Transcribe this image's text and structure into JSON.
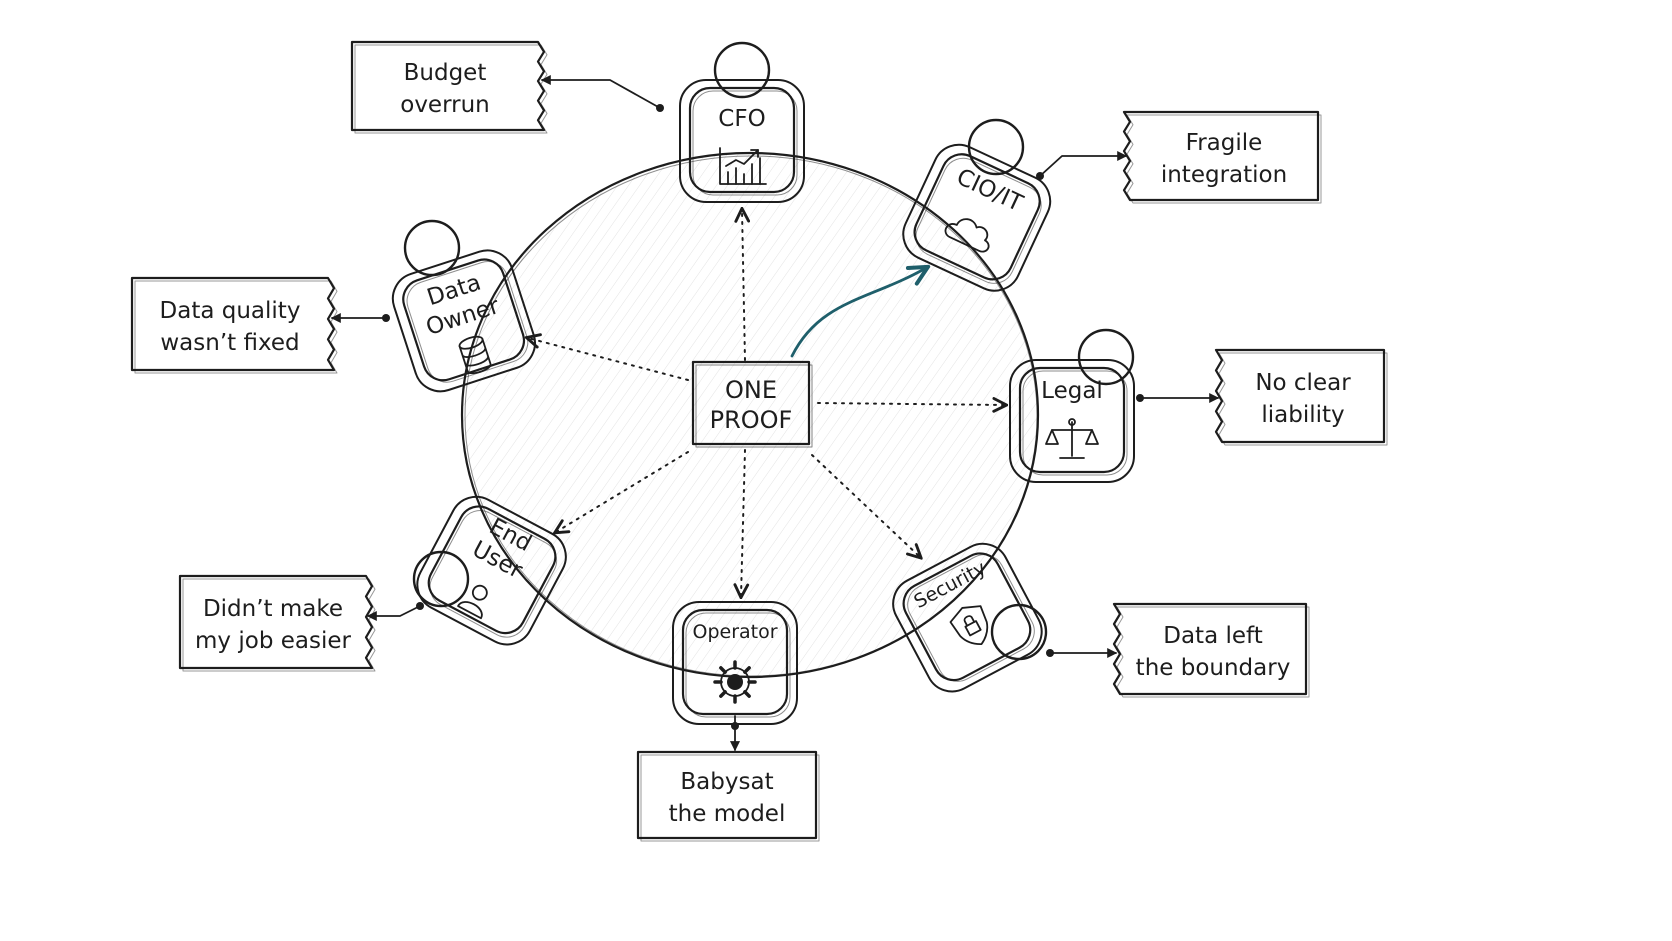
{
  "center": {
    "line1": "ONE",
    "line2": "PROOF"
  },
  "accent_color": "#1f5f6b",
  "stakeholders": [
    {
      "id": "cfo",
      "label": [
        "CFO"
      ],
      "icon": "chart-icon",
      "note": [
        "Budget",
        "overrun"
      ]
    },
    {
      "id": "cio",
      "label": [
        "CIO/IT"
      ],
      "icon": "cloud-icon",
      "note": [
        "Fragile",
        "integration"
      ]
    },
    {
      "id": "legal",
      "label": [
        "Legal"
      ],
      "icon": "scales-icon",
      "note": [
        "No clear",
        "liability"
      ]
    },
    {
      "id": "security",
      "label": [
        "Security"
      ],
      "icon": "shield-lock-icon",
      "note": [
        "Data left",
        "the boundary"
      ]
    },
    {
      "id": "operator",
      "label": [
        "Operator"
      ],
      "icon": "gear-icon",
      "note": [
        "Babysat",
        "the model"
      ]
    },
    {
      "id": "end-user",
      "label": [
        "End",
        "User"
      ],
      "icon": "person-icon",
      "note": [
        "Didn’t make",
        "my job easier"
      ]
    },
    {
      "id": "data-owner",
      "label": [
        "Data",
        "Owner"
      ],
      "icon": "database-icon",
      "note": [
        "Data quality",
        "wasn’t fixed"
      ]
    }
  ]
}
